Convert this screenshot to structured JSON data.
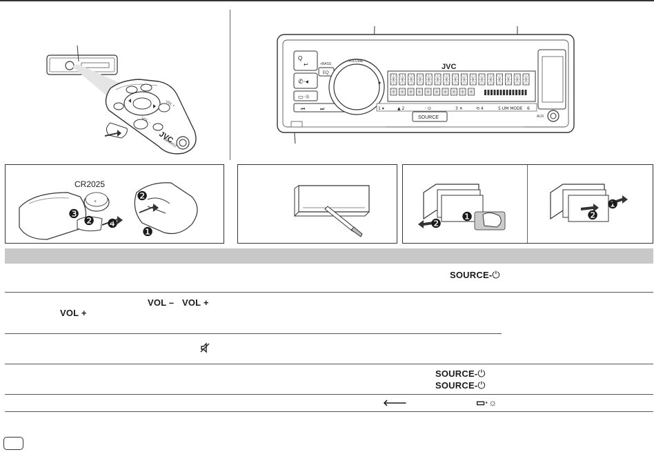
{
  "remote": {
    "model_code": "RM-RK52",
    "vol_minus": "VOL –",
    "vol_plus": "VOL +"
  },
  "unit": {
    "brand": "JVC",
    "bass_label": "+BASS",
    "eq_label": "EQ",
    "volume_label": "VOLUME",
    "source_button": "SOURCE",
    "aux_label": "AUX",
    "preset_labels": [
      "1 ▾",
      "▲ 2",
      "· ⏻",
      "3 ✕",
      "⟲ 4",
      "5 UM MODE",
      "6"
    ]
  },
  "steps": {
    "battery_type": "CR2025",
    "markers": [
      "❷",
      "❸",
      "❹",
      "❶",
      "❶",
      "❷",
      "❶",
      "❷"
    ]
  },
  "table": {
    "rows": [
      {
        "glyphs": [
          "SOURCE-"
        ]
      },
      {
        "glyphs": [
          "VOL –",
          "VOL +",
          "VOL +"
        ]
      },
      {
        "glyphs": []
      },
      {
        "glyphs": [
          "SOURCE-",
          "SOURCE-"
        ]
      },
      {
        "glyphs": []
      }
    ]
  },
  "icons": {
    "power": "power-icon",
    "mute": "mute-icon",
    "back": "back-arrow-icon",
    "display_brightness": "display-brightness-icon"
  }
}
